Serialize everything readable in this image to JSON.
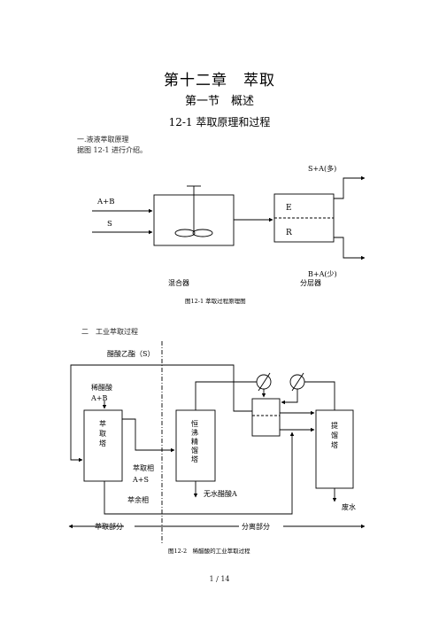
{
  "chapter_title": "第十二章　萃取",
  "section_title": "第一节　概述",
  "subsection_title": "12-1 萃取原理和过程",
  "para1": "一.液液萃取原理",
  "para2": "据图 12-1 进行介绍。",
  "para3": "二　工业萃取过程",
  "fig1": {
    "in_feed": "A+B",
    "in_solvent": "S",
    "out_top": "S+A(多)",
    "out_bottom": "B+A(少)",
    "phase_e": "E",
    "phase_r": "R",
    "mixer_label": "混合器",
    "separator_label": "分层器",
    "caption": "图12-1  萃取过程原理图"
  },
  "fig2": {
    "solvent_label": "醋酸乙酯（S）",
    "feed_label_1": "稀醋酸",
    "feed_label_2": "A+B",
    "tower1_label": [
      "萃",
      "取",
      "塔"
    ],
    "tower2_label": [
      "恒",
      "沸",
      "精",
      "馏",
      "塔"
    ],
    "tower3_label": [
      "提",
      "馏",
      "塔"
    ],
    "extract_label_1": "萃取相",
    "extract_label_2": "A+S",
    "raffinate_label": "萃余相",
    "product_label": "无水醋酸A",
    "waste_label": "废水",
    "left_part": "萃取部分",
    "right_part": "分离部分",
    "caption": "图12-2　稀醋酸的工业萃取过程"
  },
  "page_number": "1  /  14"
}
